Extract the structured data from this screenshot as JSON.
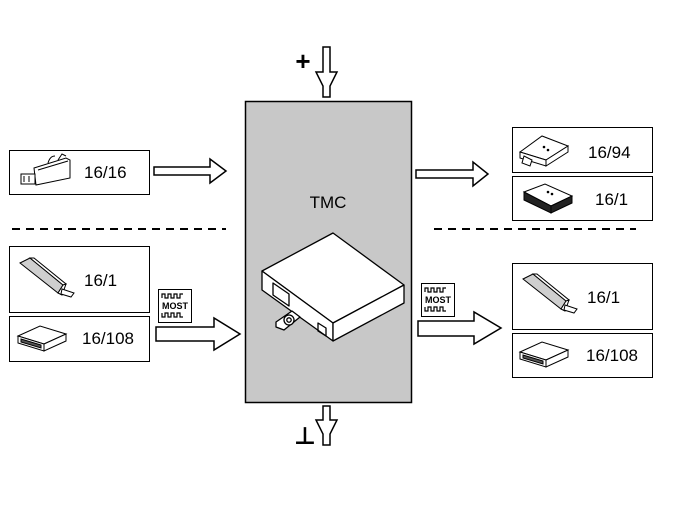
{
  "diagram": {
    "central_module": {
      "label": "TMC",
      "fill": "#c8c8c8"
    },
    "power_symbol": "+",
    "ground_symbol": "⊥",
    "bus_label": "MOST",
    "inputs": [
      {
        "id": "in-top",
        "label": "16/16",
        "icon": "antenna-module-icon"
      },
      {
        "id": "in-most-1",
        "label": "16/1",
        "icon": "display-unit-icon"
      },
      {
        "id": "in-most-2",
        "label": "16/108",
        "icon": "cd-drive-icon"
      }
    ],
    "outputs": [
      {
        "id": "out-top-1",
        "label": "16/94",
        "icon": "control-module-icon"
      },
      {
        "id": "out-top-2",
        "label": "16/1",
        "icon": "ecu-icon"
      },
      {
        "id": "out-most-1",
        "label": "16/1",
        "icon": "display-unit-icon"
      },
      {
        "id": "out-most-2",
        "label": "16/108",
        "icon": "cd-drive-icon"
      }
    ]
  }
}
